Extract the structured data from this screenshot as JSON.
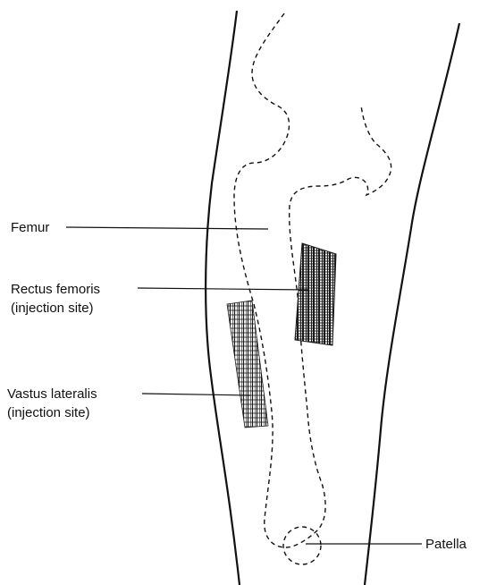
{
  "labels": {
    "femur": "Femur",
    "rectus_femoris": {
      "line1": "Rectus femoris",
      "line2": "(injection site)"
    },
    "vastus_lateralis": {
      "line1": "Vastus lateralis",
      "line2": "(injection site)"
    },
    "patella": "Patella"
  },
  "colors": {
    "line": "#111111",
    "shading": "#1a1a1a",
    "background": "#ffffff"
  }
}
